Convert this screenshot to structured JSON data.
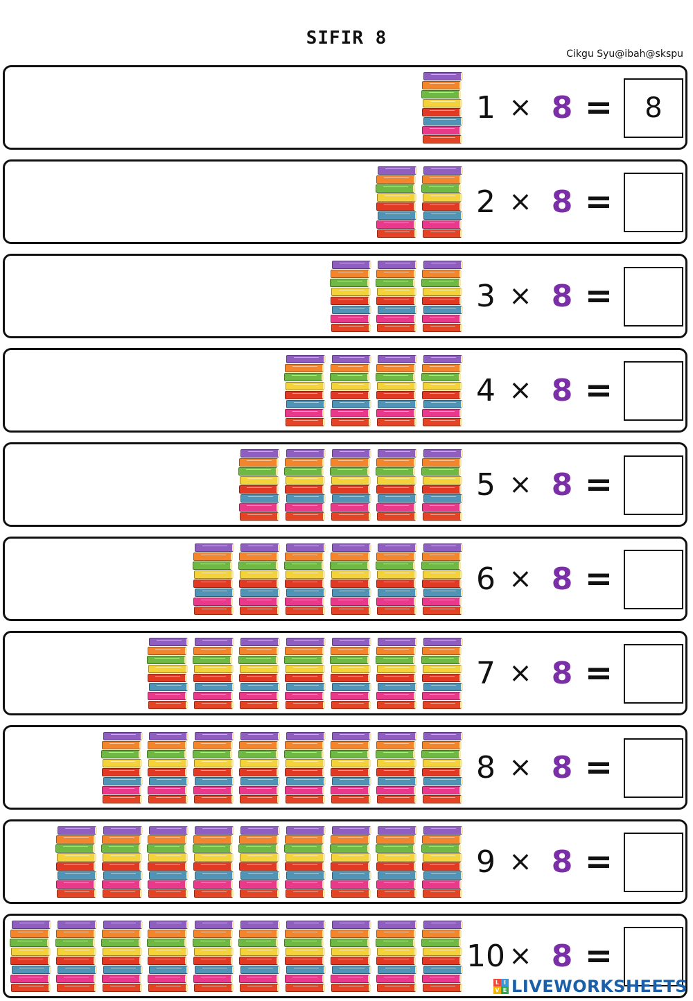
{
  "title": "SIFIR 8",
  "credit": "Cikgu Syu@ibah@skspu",
  "multiplier": "8",
  "times_symbol": "×",
  "equals_symbol": "=",
  "rows": [
    {
      "factor": "1",
      "stacks": 1,
      "answer": "8"
    },
    {
      "factor": "2",
      "stacks": 2,
      "answer": ""
    },
    {
      "factor": "3",
      "stacks": 3,
      "answer": ""
    },
    {
      "factor": "4",
      "stacks": 4,
      "answer": ""
    },
    {
      "factor": "5",
      "stacks": 5,
      "answer": ""
    },
    {
      "factor": "6",
      "stacks": 6,
      "answer": ""
    },
    {
      "factor": "7",
      "stacks": 7,
      "answer": ""
    },
    {
      "factor": "8",
      "stacks": 8,
      "answer": ""
    },
    {
      "factor": "9",
      "stacks": 9,
      "answer": ""
    },
    {
      "factor": "10",
      "stacks": 10,
      "answer": ""
    }
  ],
  "book_colors": [
    "#8f5fc0",
    "#f3862d",
    "#6fb844",
    "#f4d23a",
    "#e13a24",
    "#4f93b6",
    "#e8398a",
    "#e44324"
  ],
  "multiplier_color": "#7b2fa6",
  "brand": {
    "logo_letters": [
      "L",
      "I",
      "V",
      "E"
    ],
    "logo_colors": [
      "#e94b3c",
      "#3a9ad9",
      "#f4b400",
      "#2fa84f"
    ],
    "text": "LIVEWORKSHEETS"
  }
}
